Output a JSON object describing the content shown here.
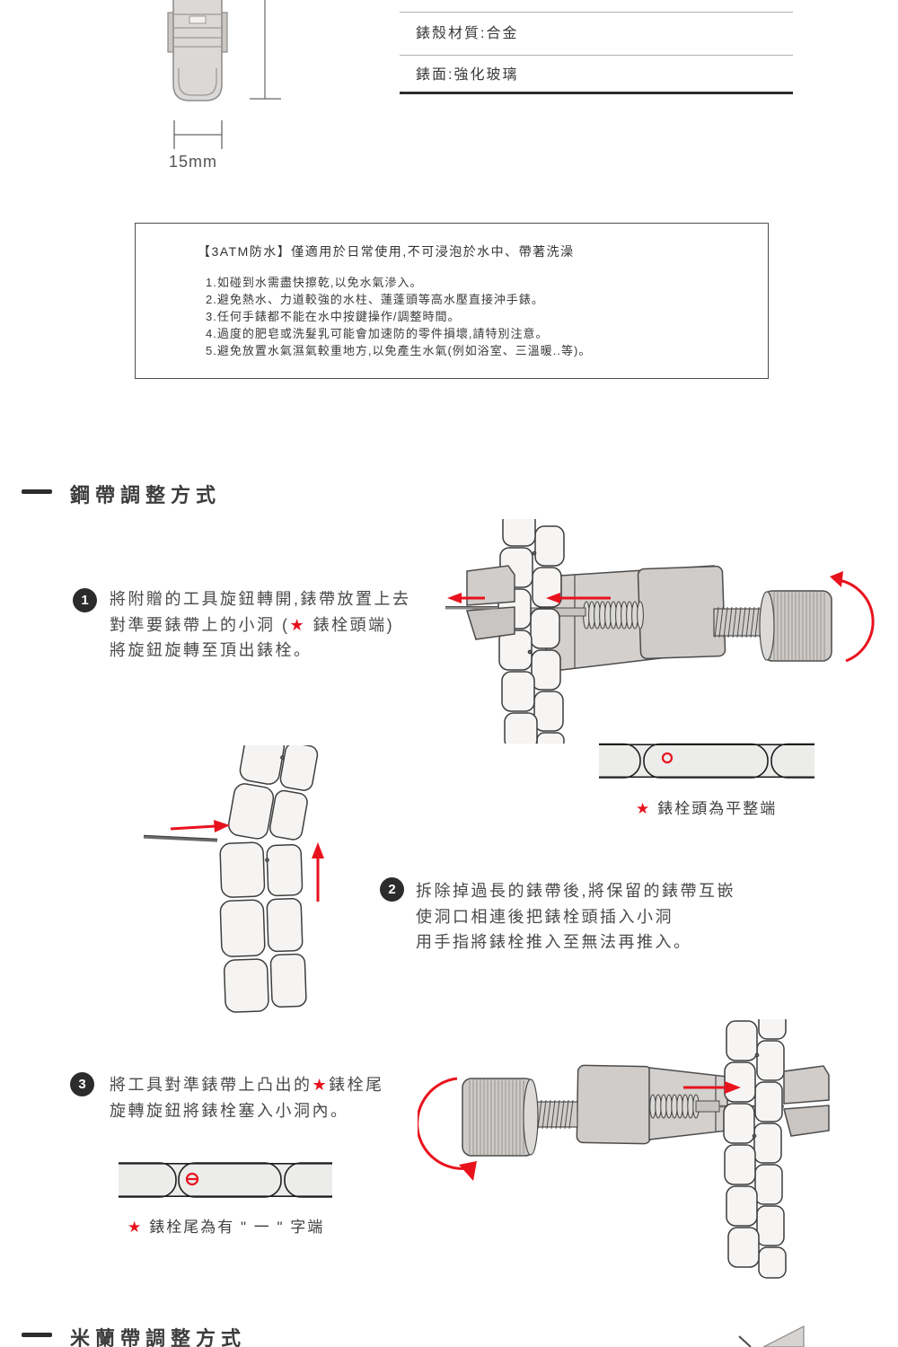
{
  "colors": {
    "accent_red": "#e8121d"
  },
  "star": "★",
  "spec_table": {
    "row_case_material": "錶殼材質:合金",
    "row_face": "錶面:強化玻璃"
  },
  "clasp": {
    "width_label": "15mm"
  },
  "waterproof_notice": {
    "title": "【3ATM防水】僅適用於日常使用,不可浸泡於水中、帶著洗澡",
    "items": [
      "1.如碰到水需盡快擦乾,以免水氣滲入。",
      "2.避免熱水、力道較強的水柱、蓮蓬頭等高水壓直接沖手錶。",
      "3.任何手錶都不能在水中按鍵操作/調整時間。",
      "4.過度的肥皂或洗髮乳可能會加速防的零件損壞,請特別注意。",
      "5.避免放置水氣濕氣較重地方,以免產生水氣(例如浴室、三溫暖..等)。"
    ]
  },
  "sections": {
    "steel_band_title": "鋼帶調整方式",
    "milanese_band_title": "米蘭帶調整方式"
  },
  "step1": {
    "num": "1",
    "line1": "將附贈的工具旋鈕轉開,錶帶放置上去",
    "line2_pre": "對準要錶帶上的小洞 (",
    "line2_post": " 錶栓頭端)",
    "line3": "將旋鈕旋轉至頂出錶栓。"
  },
  "step2": {
    "num": "2",
    "line1": "拆除掉過長的錶帶後,將保留的錶帶互嵌",
    "line2": "使洞口相連後把錶栓頭插入小洞",
    "line3": "用手指將錶栓推入至無法再推入。"
  },
  "step3": {
    "num": "3",
    "line1_pre": "將工具對準錶帶上凸出的",
    "line1_post": "錶栓尾",
    "line2": "旋轉旋鈕將錶栓塞入小洞內。"
  },
  "captions": {
    "pin_head": "錶栓頭為平整端",
    "pin_tail": "錶栓尾為有 \" 一 \" 字端"
  }
}
